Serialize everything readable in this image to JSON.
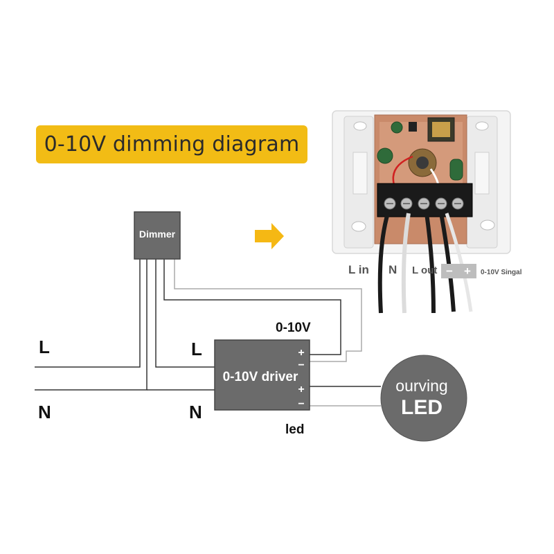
{
  "title": "0-10V dimming diagram",
  "dimmer": {
    "label": "Dimmer"
  },
  "mains_left": {
    "line": "L",
    "neutral": "N"
  },
  "driver": {
    "label": "0-10V driver",
    "input_line": "L",
    "input_neutral": "N",
    "signal_label": "0-10V",
    "output_label": "led",
    "plus": "+",
    "minus": "−"
  },
  "led": {
    "brand": "ourving",
    "label": "LED"
  },
  "photo_labels": {
    "l_in": "L in",
    "n": "N",
    "l_out": "L out",
    "minus": "−",
    "plus": "+",
    "signal": "0-10V Singal"
  },
  "colors": {
    "banner": "#f2bc15",
    "driver_box": "#6b6b6b",
    "dimmer_box": "#6b6b6b",
    "led_circle": "#6b6b6b",
    "arrow": "#f5b814"
  }
}
